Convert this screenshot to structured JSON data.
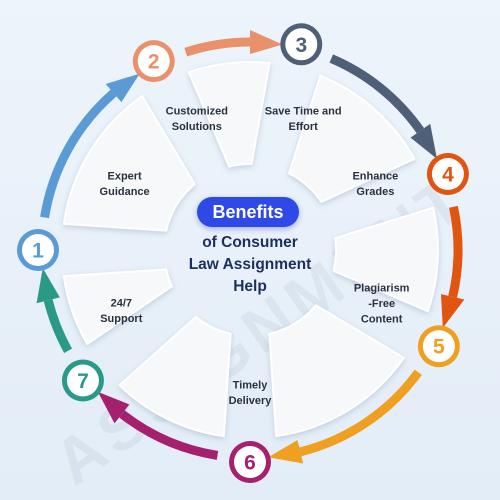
{
  "center": {
    "title": "Benefits",
    "subtitle_lines": [
      "of Consumer",
      "Law Assignment",
      "Help"
    ]
  },
  "watermark": "ASSIGNMENT",
  "segments": [
    {
      "number": "1",
      "lines": [
        "Expert",
        "Guidance"
      ],
      "color": "#5b9bd5",
      "name": "expert-guidance"
    },
    {
      "number": "2",
      "lines": [
        "Customized",
        "Solutions"
      ],
      "color": "#e8916b",
      "name": "customized-solutions"
    },
    {
      "number": "3",
      "lines": [
        "Save Time and",
        "Effort"
      ],
      "color": "#4f5f78",
      "name": "save-time-and-effort"
    },
    {
      "number": "4",
      "lines": [
        "Enhance",
        "Grades"
      ],
      "color": "#e0550f",
      "name": "enhance-grades"
    },
    {
      "number": "5",
      "lines": [
        "Plagiarism",
        "-Free",
        "Content"
      ],
      "color": "#f0a020",
      "name": "plagiarism-free-content"
    },
    {
      "number": "6",
      "lines": [
        "Timely",
        "Delivery"
      ],
      "color": "#a5206e",
      "name": "timely-delivery"
    },
    {
      "number": "7",
      "lines": [
        "24/7",
        "Support"
      ],
      "color": "#2a9a88",
      "name": "24-7-support"
    }
  ]
}
